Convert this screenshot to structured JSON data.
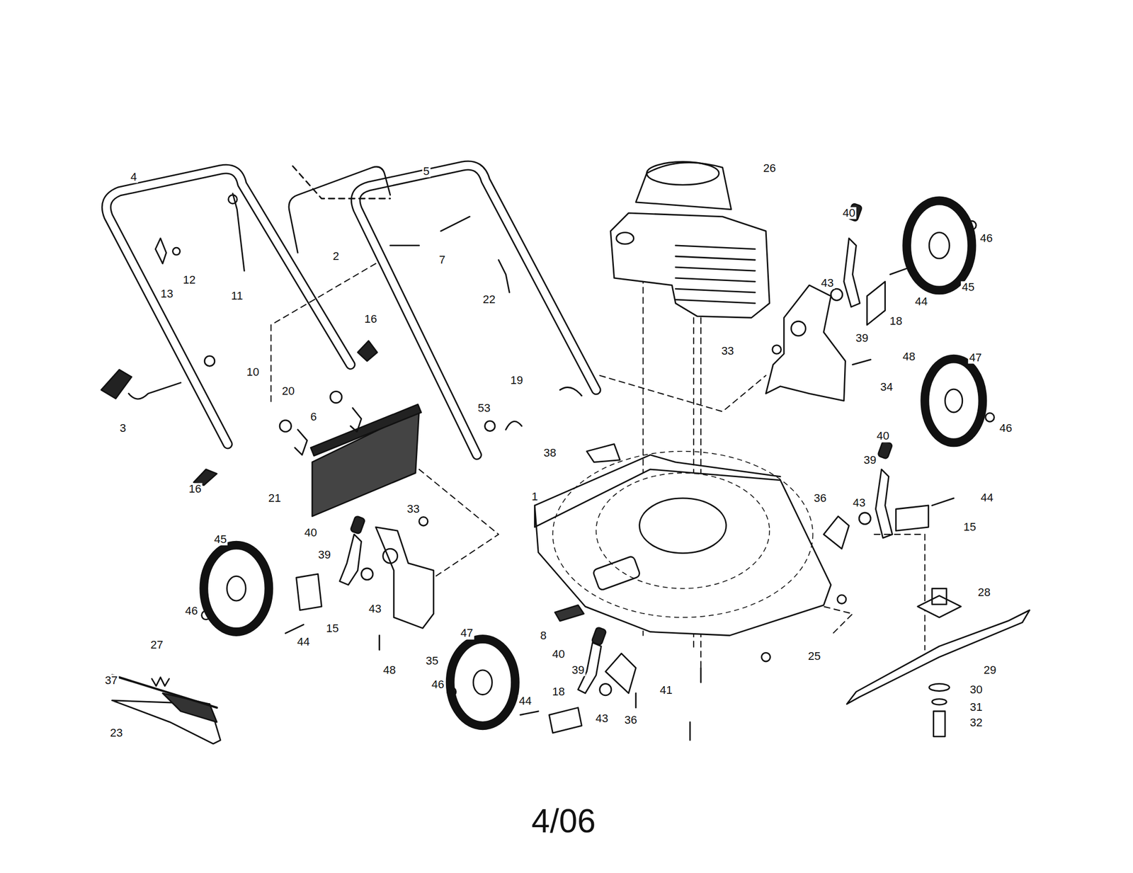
{
  "diagram": {
    "caption": "4/06",
    "labels": [
      "4",
      "5",
      "26",
      "2",
      "7",
      "40",
      "46",
      "13",
      "12",
      "11",
      "22",
      "43",
      "44",
      "45",
      "39",
      "18",
      "16",
      "10",
      "33",
      "48",
      "47",
      "19",
      "20",
      "6",
      "34",
      "46",
      "3",
      "53",
      "40",
      "38",
      "39",
      "16",
      "21",
      "1",
      "44",
      "33",
      "36",
      "43",
      "15",
      "40",
      "45",
      "39",
      "43",
      "28",
      "46",
      "15",
      "44",
      "35",
      "8",
      "47",
      "40",
      "48",
      "27",
      "25",
      "29",
      "37",
      "39",
      "41",
      "18",
      "30",
      "46",
      "31",
      "43",
      "36",
      "44",
      "32",
      "23"
    ]
  }
}
